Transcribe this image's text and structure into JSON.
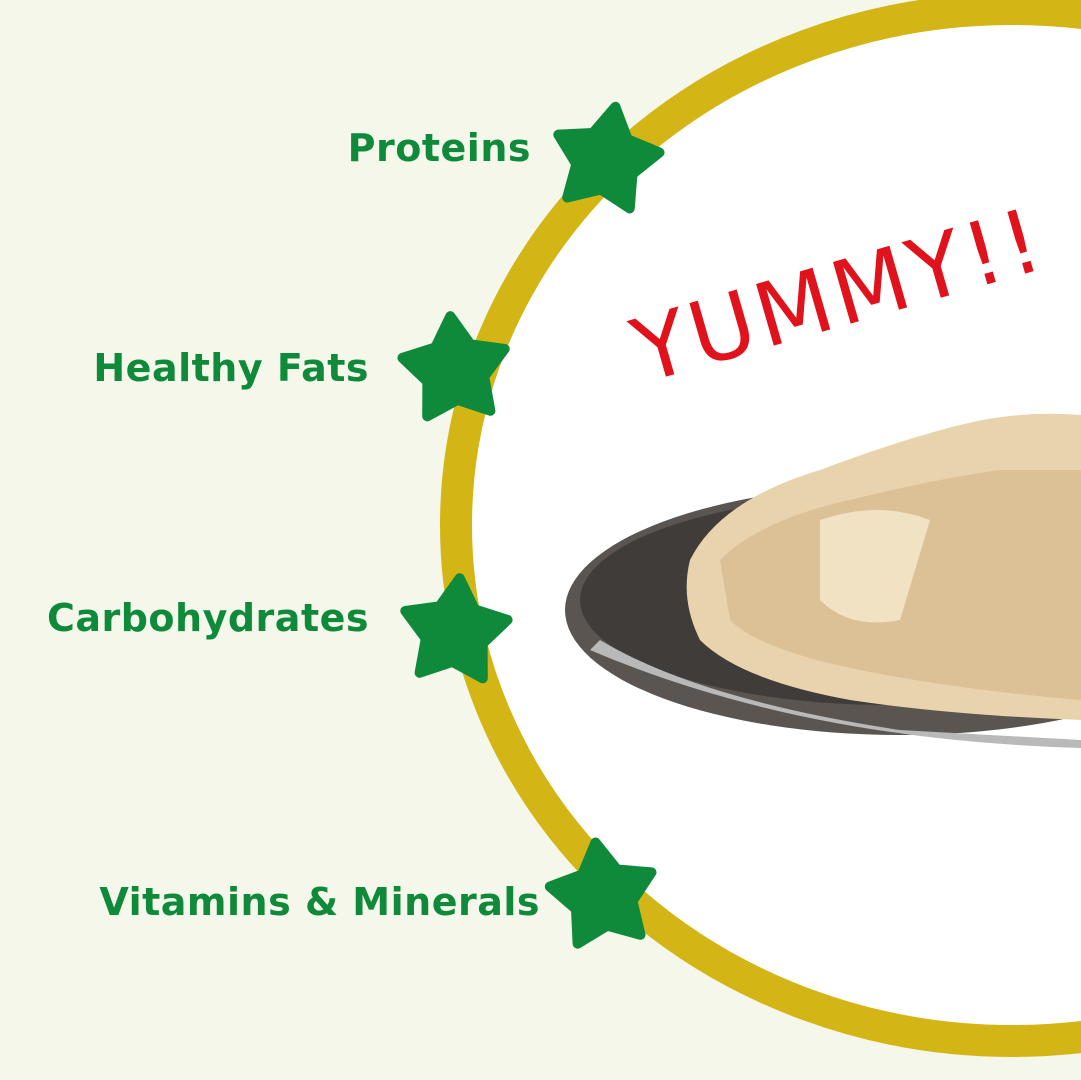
{
  "nutrients": [
    {
      "label": "Proteins"
    },
    {
      "label": "Healthy Fats"
    },
    {
      "label": "Carbohydrates"
    },
    {
      "label": "Vitamins & Minerals"
    }
  ],
  "exclamation": "YUMMY!!",
  "colors": {
    "background": "#f5f7ea",
    "ring": "#d4b516",
    "star": "#0e8a3a",
    "label": "#0e8a3a",
    "exclamation": "#e0131c"
  }
}
